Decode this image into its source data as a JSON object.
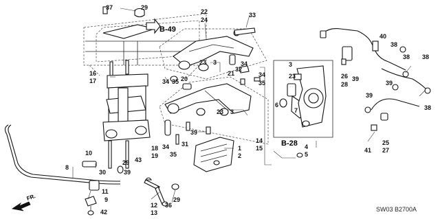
{
  "diagram": {
    "reference_pages": [
      "B-49",
      "B-28"
    ],
    "diagram_code": "SW03  B2700A",
    "direction_label": "FR.",
    "callouts": [
      {
        "id": "c1",
        "text": "37"
      },
      {
        "id": "c2",
        "text": "29"
      },
      {
        "id": "c3",
        "text": "22"
      },
      {
        "id": "c4",
        "text": "24"
      },
      {
        "id": "c5",
        "text": "33"
      },
      {
        "id": "c6",
        "text": "40"
      },
      {
        "id": "c7",
        "text": "38"
      },
      {
        "id": "c8",
        "text": "38"
      },
      {
        "id": "c9",
        "text": "16"
      },
      {
        "id": "c10",
        "text": "17"
      },
      {
        "id": "c11",
        "text": "23"
      },
      {
        "id": "c12",
        "text": "3"
      },
      {
        "id": "c13",
        "text": "21"
      },
      {
        "id": "c14",
        "text": "32"
      },
      {
        "id": "c15",
        "text": "34"
      },
      {
        "id": "c16",
        "text": "34"
      },
      {
        "id": "c17",
        "text": "35"
      },
      {
        "id": "c18",
        "text": "20"
      },
      {
        "id": "c19",
        "text": "34"
      },
      {
        "id": "c20",
        "text": "35"
      },
      {
        "id": "c21",
        "text": "3"
      },
      {
        "id": "c22",
        "text": "23"
      },
      {
        "id": "c23",
        "text": "6"
      },
      {
        "id": "c24",
        "text": "7"
      },
      {
        "id": "c25",
        "text": "26"
      },
      {
        "id": "c26",
        "text": "28"
      },
      {
        "id": "c27",
        "text": "39"
      },
      {
        "id": "c28",
        "text": "38"
      },
      {
        "id": "c29",
        "text": "38"
      },
      {
        "id": "c30",
        "text": "39"
      },
      {
        "id": "c31",
        "text": "39"
      },
      {
        "id": "c32",
        "text": "23"
      },
      {
        "id": "c33",
        "text": "3"
      },
      {
        "id": "c34",
        "text": "14"
      },
      {
        "id": "c35",
        "text": "15"
      },
      {
        "id": "c36",
        "text": "39"
      },
      {
        "id": "c37",
        "text": "31"
      },
      {
        "id": "c38",
        "text": "34"
      },
      {
        "id": "c39",
        "text": "35"
      },
      {
        "id": "c40",
        "text": "18"
      },
      {
        "id": "c41",
        "text": "19"
      },
      {
        "id": "c42",
        "text": "43"
      },
      {
        "id": "c43",
        "text": "1"
      },
      {
        "id": "c44",
        "text": "2"
      },
      {
        "id": "c45",
        "text": "4"
      },
      {
        "id": "c46",
        "text": "5"
      },
      {
        "id": "c47",
        "text": "41"
      },
      {
        "id": "c48",
        "text": "25"
      },
      {
        "id": "c49",
        "text": "27"
      },
      {
        "id": "c50",
        "text": "10"
      },
      {
        "id": "c51",
        "text": "8"
      },
      {
        "id": "c52",
        "text": "30"
      },
      {
        "id": "c53",
        "text": "29"
      },
      {
        "id": "c54",
        "text": "39"
      },
      {
        "id": "c55",
        "text": "11"
      },
      {
        "id": "c56",
        "text": "9"
      },
      {
        "id": "c57",
        "text": "42"
      },
      {
        "id": "c58",
        "text": "12"
      },
      {
        "id": "c59",
        "text": "13"
      },
      {
        "id": "c60",
        "text": "36"
      },
      {
        "id": "c61",
        "text": "29"
      }
    ]
  }
}
